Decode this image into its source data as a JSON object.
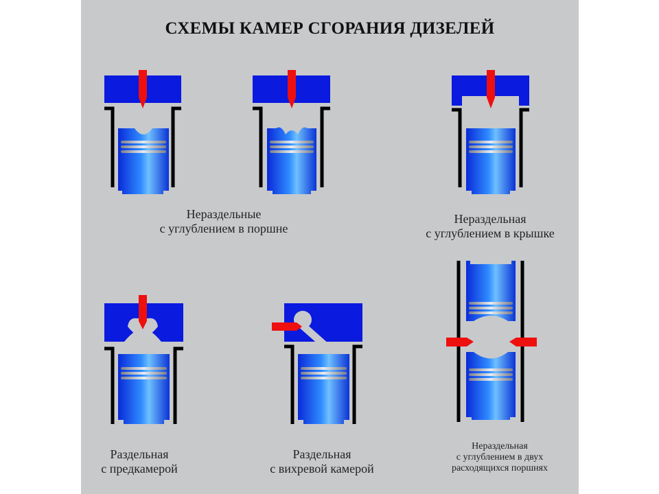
{
  "title": "СХЕМЫ КАМЕР СГОРАНИЯ ДИЗЕЛЕЙ",
  "colors": {
    "background": "#c8c9cb",
    "head": "#0a1adf",
    "piston": "#1e66ff",
    "arrow": "#ee0f0f",
    "wall": "#000000"
  },
  "captions": {
    "undivided_piston": [
      "Нераздельные",
      "с углублением в поршне"
    ],
    "undivided_head": [
      "Нераздельная",
      "с углублением в крышке"
    ],
    "prechamber": [
      "Раздельная",
      "с предкамерой"
    ],
    "swirl": [
      "Раздельная",
      "с вихревой камерой"
    ],
    "opposed": [
      "Нераздельная",
      "с углублением в двух",
      "расходящихся поршнях"
    ]
  }
}
